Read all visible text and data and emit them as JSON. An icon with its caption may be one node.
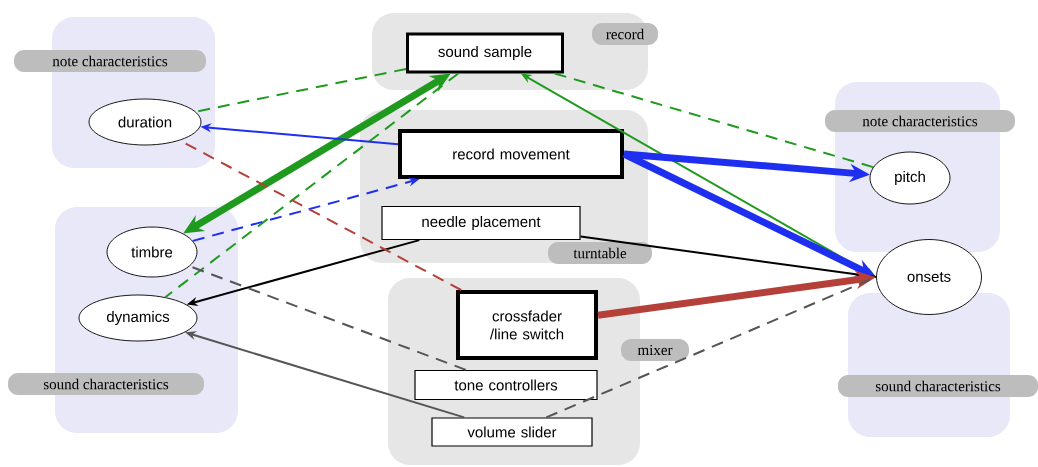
{
  "diagram": {
    "nodes": [
      {
        "text": [
          "note characteristics"
        ]
      },
      {
        "text": [
          "duration"
        ],
        "in": 0
      },
      {
        "text": [
          "sound characteristics"
        ]
      },
      {
        "text": [
          "timbre"
        ],
        "in": 2
      },
      {
        "text": [
          "dynamics"
        ],
        "in": 2
      },
      {
        "text": [
          "record"
        ]
      },
      {
        "text": [
          "sound sample"
        ],
        "in": 5
      },
      {
        "text": [
          "turntable"
        ]
      },
      {
        "text": [
          "record movement"
        ],
        "in": 7
      },
      {
        "text": [
          "needle placement"
        ],
        "in": 7
      },
      {
        "text": [
          "mixer"
        ]
      },
      {
        "text": [
          "crossfader /line switch"
        ],
        "in": 10
      },
      {
        "text": [
          "tone controllers"
        ],
        "in": 10
      },
      {
        "text": [
          "volume slider"
        ],
        "in": 10
      },
      {
        "text": [
          "note characteristics"
        ]
      },
      {
        "text": [
          "pitch"
        ],
        "in": 14
      },
      {
        "text": [
          "sound characteristics"
        ]
      },
      {
        "text": [
          "onsets"
        ]
      }
    ],
    "edges": [
      {
        "from": 6,
        "to": 1,
        "arrow": "none",
        "style": "dashed",
        "color": "#1f9a1f"
      },
      {
        "from": 6,
        "to": 3,
        "arrow": "both",
        "style": "thick",
        "color": "#1f9a1f"
      },
      {
        "from": 6,
        "to": 4,
        "arrow": "none",
        "style": "dashed",
        "color": "#1f9a1f"
      },
      {
        "from": 6,
        "to": 17,
        "arrow": "both",
        "color": "#1f9a1f"
      },
      {
        "from": 6,
        "to": 15,
        "arrow": "none",
        "style": "dashed",
        "color": "#1f9a1f"
      },
      {
        "from": 8,
        "to": 1,
        "arrow": "to",
        "color": "#1f2ff0"
      },
      {
        "from": 3,
        "to": 8,
        "arrow": "to",
        "style": "dashed",
        "color": "#1f2ff0"
      },
      {
        "from": 8,
        "to": 15,
        "arrow": "to",
        "style": "thick",
        "color": "#1f2ff0"
      },
      {
        "from": 8,
        "to": 17,
        "arrow": "to",
        "style": "thick",
        "color": "#1f2ff0"
      },
      {
        "from": 9,
        "to": 4,
        "arrow": "to",
        "color": "#000000"
      },
      {
        "from": 9,
        "to": 17,
        "arrow": "none",
        "color": "#000000"
      },
      {
        "from": 11,
        "to": 1,
        "arrow": "none",
        "style": "dashed",
        "color": "#b5403a"
      },
      {
        "from": 11,
        "to": 17,
        "arrow": "to",
        "style": "thick",
        "color": "#b5403a"
      },
      {
        "from": 12,
        "to": 3,
        "arrow": "none",
        "style": "dashed",
        "color": "#555555"
      },
      {
        "from": 13,
        "to": 4,
        "arrow": "to",
        "color": "#555555"
      },
      {
        "from": 13,
        "to": 17,
        "arrow": "none",
        "style": "dashed",
        "color": "#555555"
      }
    ]
  }
}
